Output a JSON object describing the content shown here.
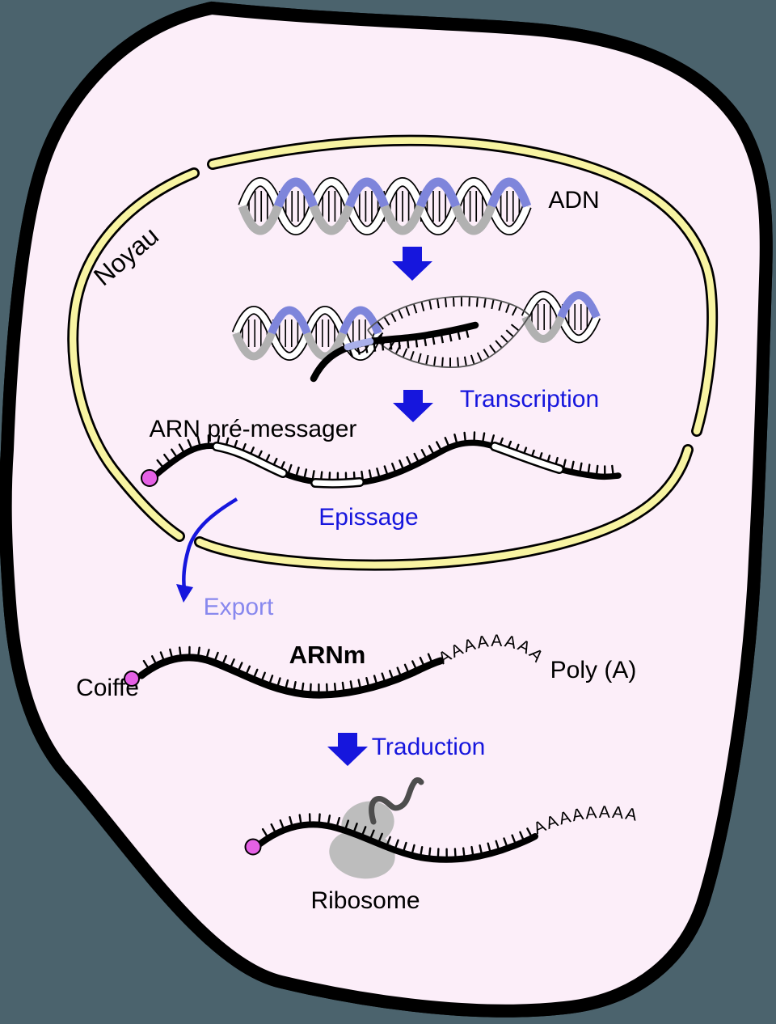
{
  "figure": {
    "kind": "cell-gene-expression-diagram",
    "language": "French"
  },
  "labels": {
    "nucleus": "Noyau",
    "dna": "ADN",
    "transcription": "Transcription",
    "pre_mrna": "ARN pré-messager",
    "splicing": "Epissage",
    "export": "Export",
    "cap": "Coiffe",
    "mrna": "ARNm",
    "poly_a_tail": "AAAAAAAAA",
    "poly_a": "Poly (A)",
    "translation": "Traduction",
    "ribosome": "Ribosome",
    "poly_a_tail_2": "AAAAAAAAA"
  },
  "colors": {
    "outside": "#4b636d",
    "membrane_band": "#e9ece7",
    "cytoplasm": "#fceef9",
    "envelope_yellow": "#f8f4a2",
    "outline_black": "#000000",
    "process_blue": "#1616dd",
    "export_label_blue": "#8888ee",
    "dna_blue": "#7e85db",
    "dna_gray": "#b1b1b1",
    "rna_pale_blue": "#aab0ea",
    "cap_magenta": "#e561e5",
    "ribosome_gray": "#bdbdbd",
    "protein_gray": "#4d4d4d"
  }
}
